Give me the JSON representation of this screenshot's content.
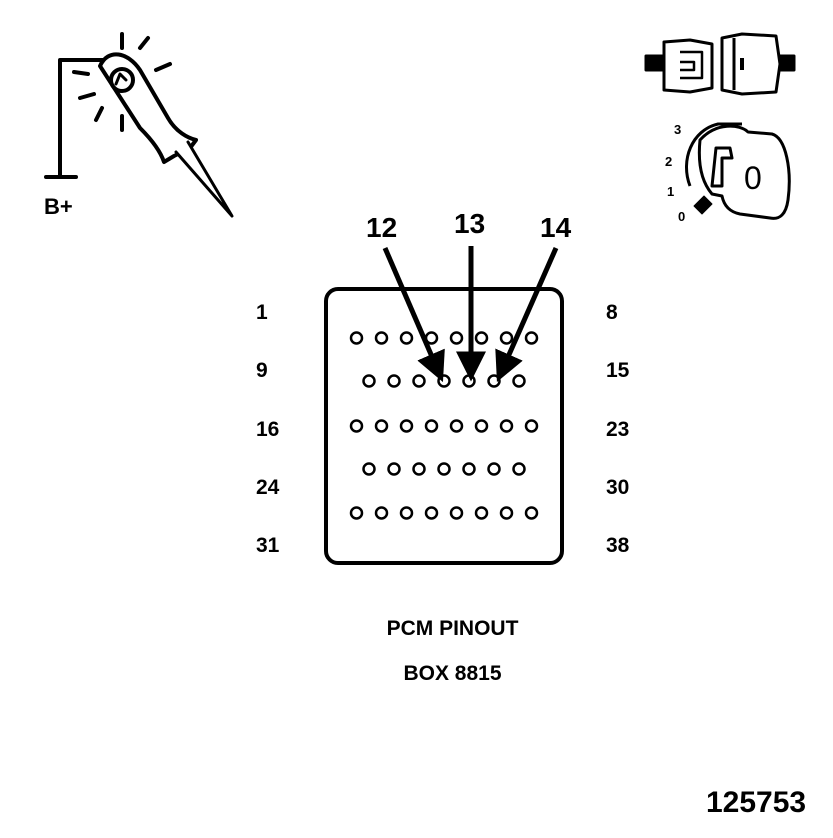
{
  "test_light": {
    "supply_label": "B+"
  },
  "ignition_key": {
    "positions": [
      "0",
      "1",
      "2",
      "3"
    ],
    "key_symbol": "0"
  },
  "arrows": [
    "12",
    "13",
    "14"
  ],
  "connector": {
    "left_labels": [
      "1",
      "9",
      "16",
      "24",
      "31"
    ],
    "right_labels": [
      "8",
      "15",
      "23",
      "30",
      "38"
    ],
    "row_pin_counts": [
      8,
      7,
      8,
      7,
      8
    ]
  },
  "caption": {
    "line1": "PCM PINOUT",
    "line2": "BOX 8815"
  },
  "figure_id": "125753",
  "colors": {
    "ink": "#000000",
    "paper": "#ffffff"
  }
}
